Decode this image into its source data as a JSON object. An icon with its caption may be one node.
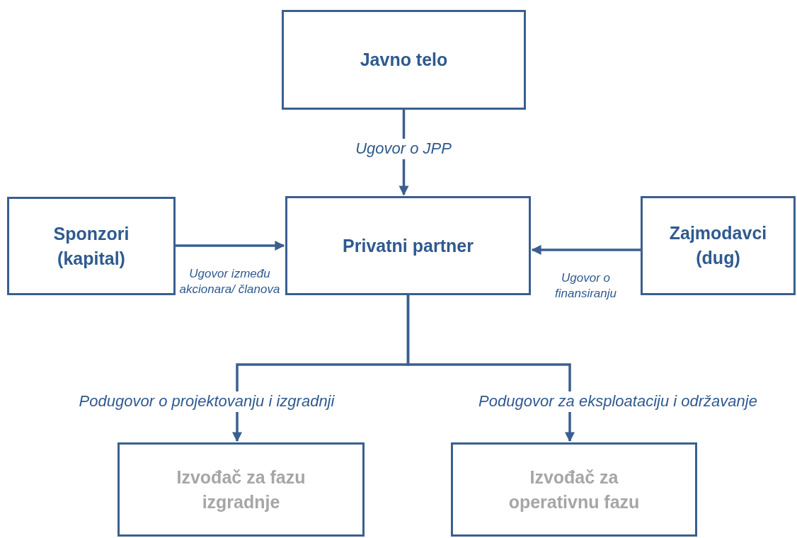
{
  "diagram": {
    "nodes": [
      {
        "text": [
          "Javno telo"
        ]
      },
      {
        "text": [
          "Privatni partner"
        ]
      },
      {
        "text": [
          "Sponzori (kapital)"
        ]
      },
      {
        "text": [
          "Zajmodavci (dug)"
        ]
      },
      {
        "text": [
          "Izvođač za fazu izgradnje"
        ]
      },
      {
        "text": [
          "Izvođač za operativnu fazu"
        ]
      }
    ],
    "edges": [
      {
        "from": 0,
        "to": 1,
        "arrow": "to",
        "label": "Ugovor o JPP"
      },
      {
        "from": 2,
        "to": 1,
        "arrow": "to",
        "label": "Ugovor između akcionara/ članova"
      },
      {
        "from": 3,
        "to": 1,
        "arrow": "to",
        "label": "Ugovor o finansiranju"
      },
      {
        "from": 1,
        "to": 4,
        "arrow": "to",
        "label": "Podugovor o projektovanju i izgradnji"
      },
      {
        "from": 1,
        "to": 5,
        "arrow": "to",
        "label": "Podugovor za eksploataciju i održavanje"
      }
    ]
  }
}
